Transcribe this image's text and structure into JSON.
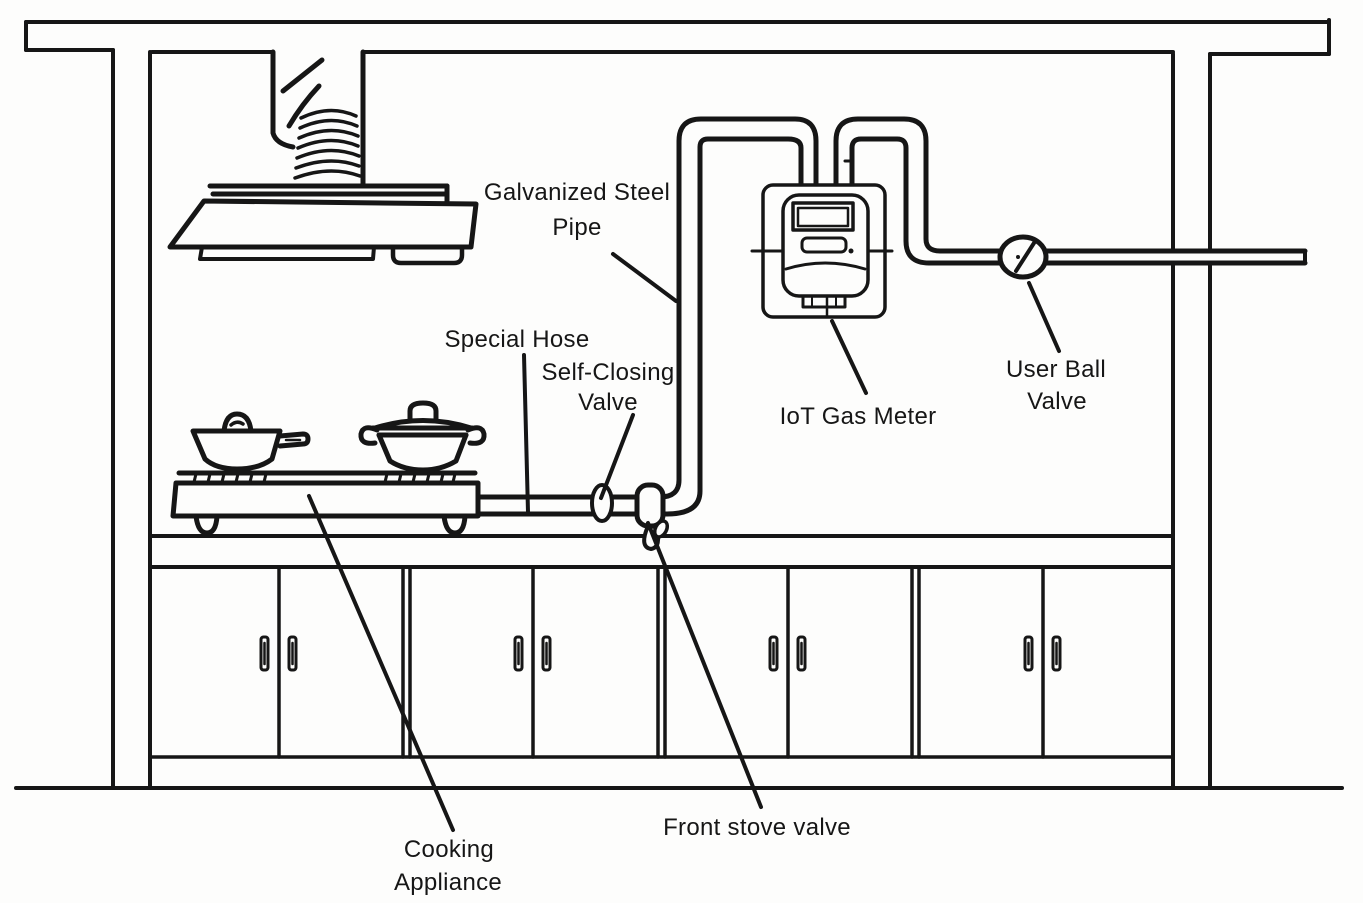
{
  "diagram": {
    "type": "kitchen-gas-installation-diagram",
    "colors": {
      "ink": "#161616",
      "background": "#fdfdfc"
    },
    "labels": {
      "galvanized_steel_pipe_line1": "Galvanized Steel",
      "galvanized_steel_pipe_line2": "Pipe",
      "special_hose": "Special Hose",
      "self_closing_valve_line1": "Self-Closing",
      "self_closing_valve_line2": "Valve",
      "iot_gas_meter": "IoT Gas Meter",
      "user_ball_valve_line1": "User Ball",
      "user_ball_valve_line2": "Valve",
      "front_stove_valve": "Front stove valve",
      "cooking_appliance_line1": "Cooking",
      "cooking_appliance_line2": "Appliance"
    },
    "components": [
      "ceiling",
      "left-wall",
      "right-wall",
      "floor",
      "exhaust-duct",
      "range-hood",
      "saucepan",
      "stock-pot",
      "gas-stove",
      "countertop",
      "base-cabinets",
      "special-hose",
      "self-closing-valve",
      "front-stove-valve",
      "galvanized-steel-pipe",
      "iot-gas-meter",
      "user-ball-valve",
      "supply-pipe-through-wall"
    ]
  }
}
